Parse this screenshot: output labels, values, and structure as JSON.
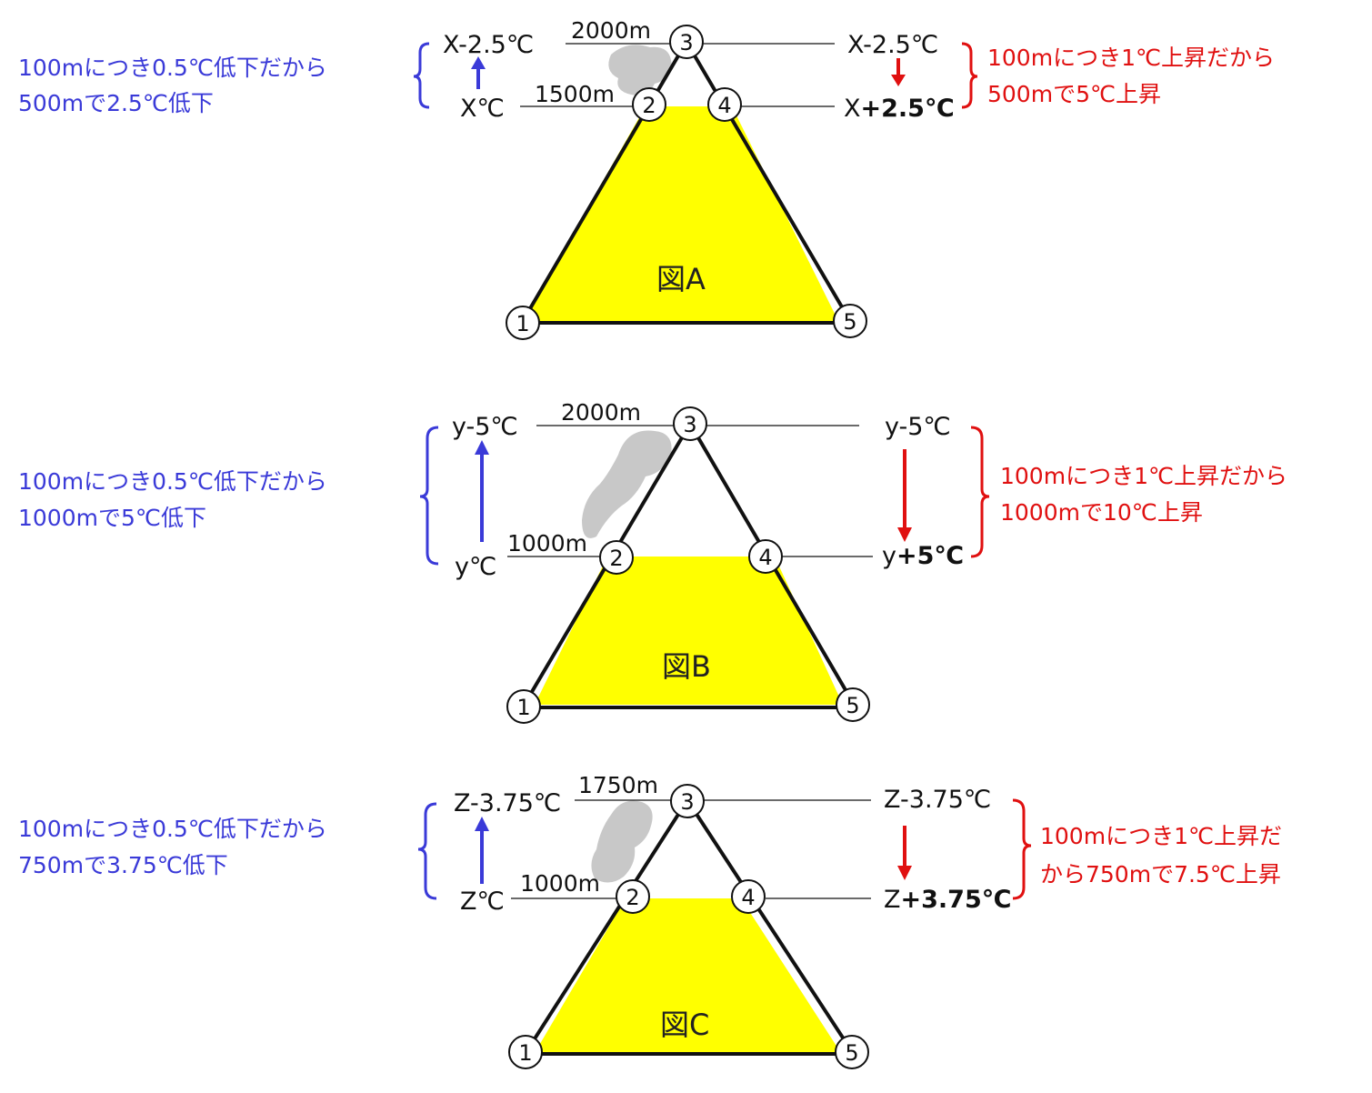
{
  "colors": {
    "mountain_fill": "#ffff00",
    "outline": "#111111",
    "cloud": "#c8c8c8",
    "blue": "#3a3ad8",
    "red": "#e01010"
  },
  "figures": [
    {
      "caption": "図A",
      "alt_top": "2000m",
      "alt_mid": "1500m",
      "left_top": "X-2.5℃",
      "left_bottom": "X℃",
      "right_top": "X-2.5℃",
      "right_bottom_prefix": "X",
      "right_bottom_bold": "+2.5℃",
      "blue_note": [
        "100mにつき0.5℃低下だから",
        "500mで2.5℃低下"
      ],
      "red_note": [
        "100mにつき1℃上昇だから",
        "500mで5℃上昇"
      ],
      "points": [
        "1",
        "2",
        "3",
        "4",
        "5"
      ]
    },
    {
      "caption": "図B",
      "alt_top": "2000m",
      "alt_mid": "1000m",
      "left_top": "y-5℃",
      "left_bottom": "y℃",
      "right_top": "y-5℃",
      "right_bottom_prefix": "y",
      "right_bottom_bold": "+5℃",
      "blue_note": [
        "100mにつき0.5℃低下だから",
        "1000mで5℃低下"
      ],
      "red_note": [
        "100mにつき1℃上昇だから",
        "1000mで10℃上昇"
      ],
      "points": [
        "1",
        "2",
        "3",
        "4",
        "5"
      ]
    },
    {
      "caption": "図C",
      "alt_top": "1750m",
      "alt_mid": "1000m",
      "left_top": "Z-3.75℃",
      "left_bottom": "Z℃",
      "right_top": "Z-3.75℃",
      "right_bottom_prefix": "Z",
      "right_bottom_bold": "+3.75℃",
      "blue_note": [
        "100mにつき0.5℃低下だから",
        "750mで3.75℃低下"
      ],
      "red_note": [
        "100mにつき1℃上昇だ",
        "から750mで7.5℃上昇"
      ],
      "points": [
        "1",
        "2",
        "3",
        "4",
        "5"
      ]
    }
  ]
}
